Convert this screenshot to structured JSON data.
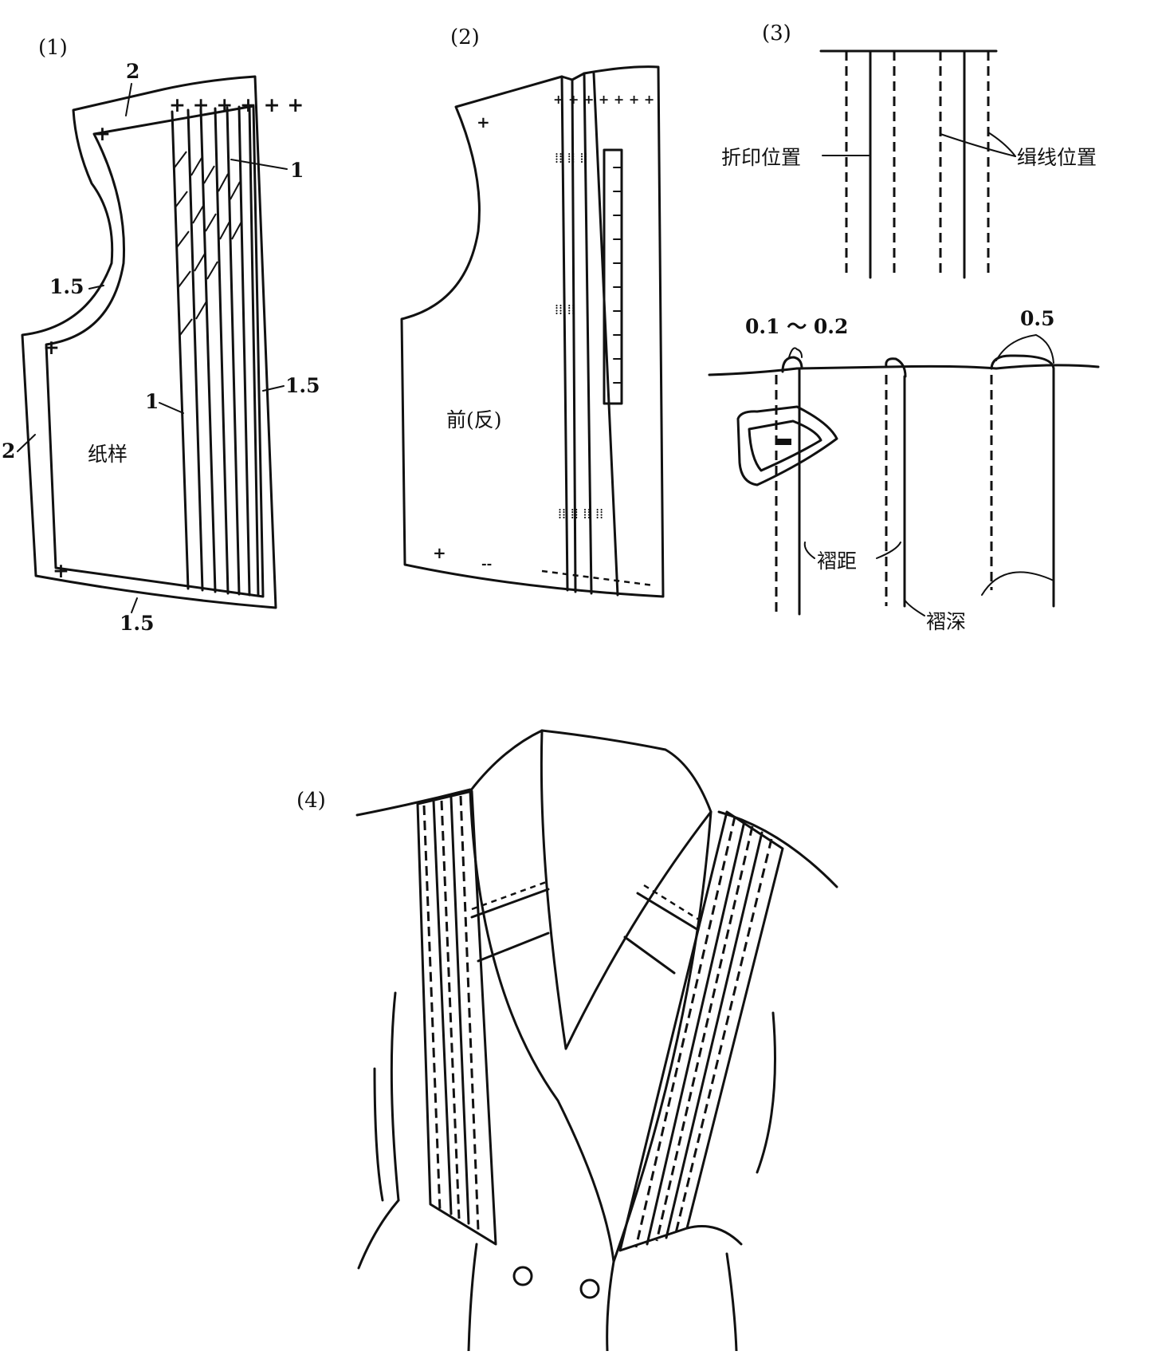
{
  "panels": {
    "p1": {
      "label": "(1)",
      "paper_pattern": "纸样",
      "allowances": {
        "neck": "2",
        "armhole": "1.5",
        "side": "2",
        "hem": "1.5",
        "front_edge": "1.5",
        "pleat_top": "1",
        "pleat_mid": "1"
      }
    },
    "p2": {
      "label": "(2)",
      "front_reverse": "前(反)"
    },
    "p3": {
      "label": "(3)",
      "fold_mark": "折印位置",
      "stitch_line": "缉线位置",
      "gap": "0.1 ～ 0.2",
      "width": "0.5",
      "pleat_spacing": "褶距",
      "pleat_depth": "褶深"
    },
    "p4": {
      "label": "(4)"
    }
  }
}
